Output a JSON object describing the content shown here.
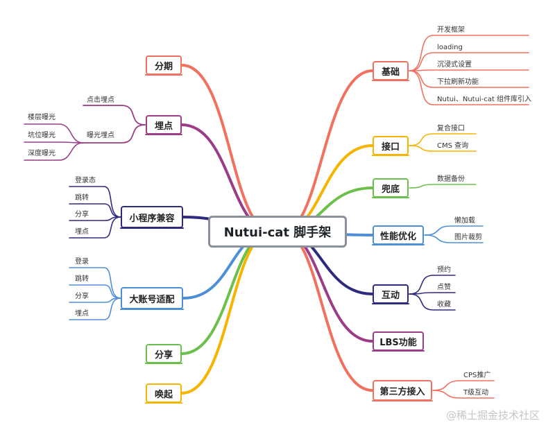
{
  "root": {
    "label": "Nutui-cat 脚手架"
  },
  "right": [
    {
      "label": "基础",
      "color": "#f0715f",
      "children": [
        "开发框架",
        "loading",
        "沉浸式设置",
        "下拉刷新功能",
        "Nutui、Nutui-cat 组件库引入"
      ]
    },
    {
      "label": "接口",
      "color": "#f5b400",
      "children": [
        "复合接口",
        "CMS 查询"
      ]
    },
    {
      "label": "兜底",
      "color": "#6bc04b",
      "children": [
        "数据备份"
      ]
    },
    {
      "label": "性能优化",
      "color": "#4d8fd6",
      "children": [
        "懒加载",
        "图片裁剪"
      ]
    },
    {
      "label": "互动",
      "color": "#2e2a7e",
      "children": [
        "预约",
        "点赞",
        "收藏"
      ]
    },
    {
      "label": "LBS功能",
      "color": "#9b3d86",
      "children": []
    },
    {
      "label": "第三方接入",
      "color": "#f0715f",
      "children": [
        "CPS推广",
        "T级互动"
      ]
    }
  ],
  "left": [
    {
      "label": "分期",
      "color": "#f0715f",
      "children": []
    },
    {
      "label": "埋点",
      "color": "#9b3d86",
      "children": [
        {
          "label": "点击埋点",
          "children": []
        },
        {
          "label": "曝光埋点",
          "children": [
            "楼层曝光",
            "坑位曝光",
            "深度曝光"
          ]
        }
      ]
    },
    {
      "label": "小程序兼容",
      "color": "#2e2a7e",
      "children": [
        "登录态",
        "跳转",
        "分享",
        "埋点"
      ]
    },
    {
      "label": "大账号适配",
      "color": "#4d8fd6",
      "children": [
        "登录",
        "跳转",
        "分享",
        "埋点"
      ]
    },
    {
      "label": "分享",
      "color": "#6bc04b",
      "children": []
    },
    {
      "label": "唤起",
      "color": "#f5b400",
      "children": []
    }
  ],
  "watermark": "@稀土掘金技术社区"
}
